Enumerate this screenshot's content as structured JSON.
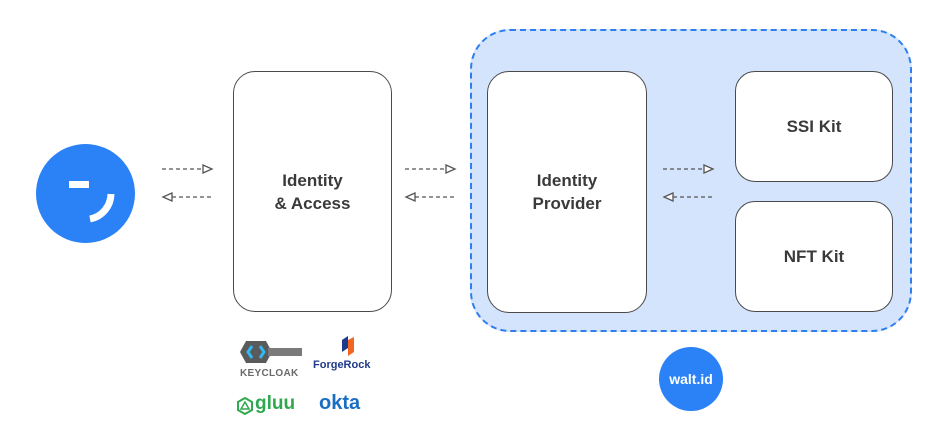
{
  "diagram": {
    "nodes": {
      "user": {
        "label": "",
        "icon": "winking-face-icon"
      },
      "identity_access": {
        "label_line1": "Identity",
        "label_line2": "& Access"
      },
      "identity_provider": {
        "label_line1": "Identity",
        "label_line2": "Provider"
      },
      "ssi_kit": {
        "label": "SSI Kit"
      },
      "nft_kit": {
        "label": "NFT Kit"
      }
    },
    "group": {
      "name": "walt.id",
      "badge_label": "walt.id"
    },
    "connections": [
      {
        "from": "user",
        "to": "identity_access",
        "style": "dashed",
        "bidirectional": true
      },
      {
        "from": "identity_access",
        "to": "identity_provider",
        "style": "dashed",
        "bidirectional": true
      },
      {
        "from": "identity_provider",
        "to": "ssi_kit / nft_kit",
        "style": "dashed",
        "bidirectional": true
      }
    ],
    "vendors": [
      {
        "name": "Keycloak",
        "label": "KEYCLOAK"
      },
      {
        "name": "ForgeRock",
        "label": "ForgeRock"
      },
      {
        "name": "Gluu",
        "label": "gluu"
      },
      {
        "name": "Okta",
        "label": "okta"
      }
    ],
    "colors": {
      "brand_blue": "#2a82f6",
      "region_fill": "#d3e4fc",
      "region_border": "#2d7ff0",
      "box_border": "#4a4a4a",
      "text": "#3a3a3a",
      "gluu_green": "#2fa84f",
      "okta_blue": "#1a6fc4",
      "forgerock_navy": "#1f3a8a",
      "forgerock_orange": "#f26522"
    }
  }
}
